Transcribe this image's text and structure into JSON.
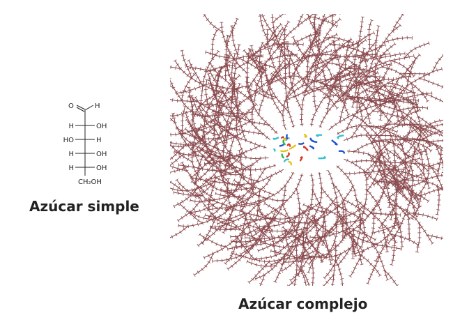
{
  "simple_sugar": {
    "caption": "Azúcar simple",
    "top_group": {
      "left": "O",
      "right": "H"
    },
    "rows": [
      {
        "left": "H",
        "right": "OH"
      },
      {
        "left": "HO",
        "right": "H"
      },
      {
        "left": "H",
        "right": "OH"
      },
      {
        "left": "H",
        "right": "OH"
      }
    ],
    "bottom_group": "CH₂OH"
  },
  "complex_sugar": {
    "caption": "Azúcar complejo",
    "branch_color": "#8a4a4e",
    "core_colors": [
      "#1f4fd0",
      "#2fb04a",
      "#e3c21a",
      "#d43a2a",
      "#33c0d0"
    ]
  }
}
